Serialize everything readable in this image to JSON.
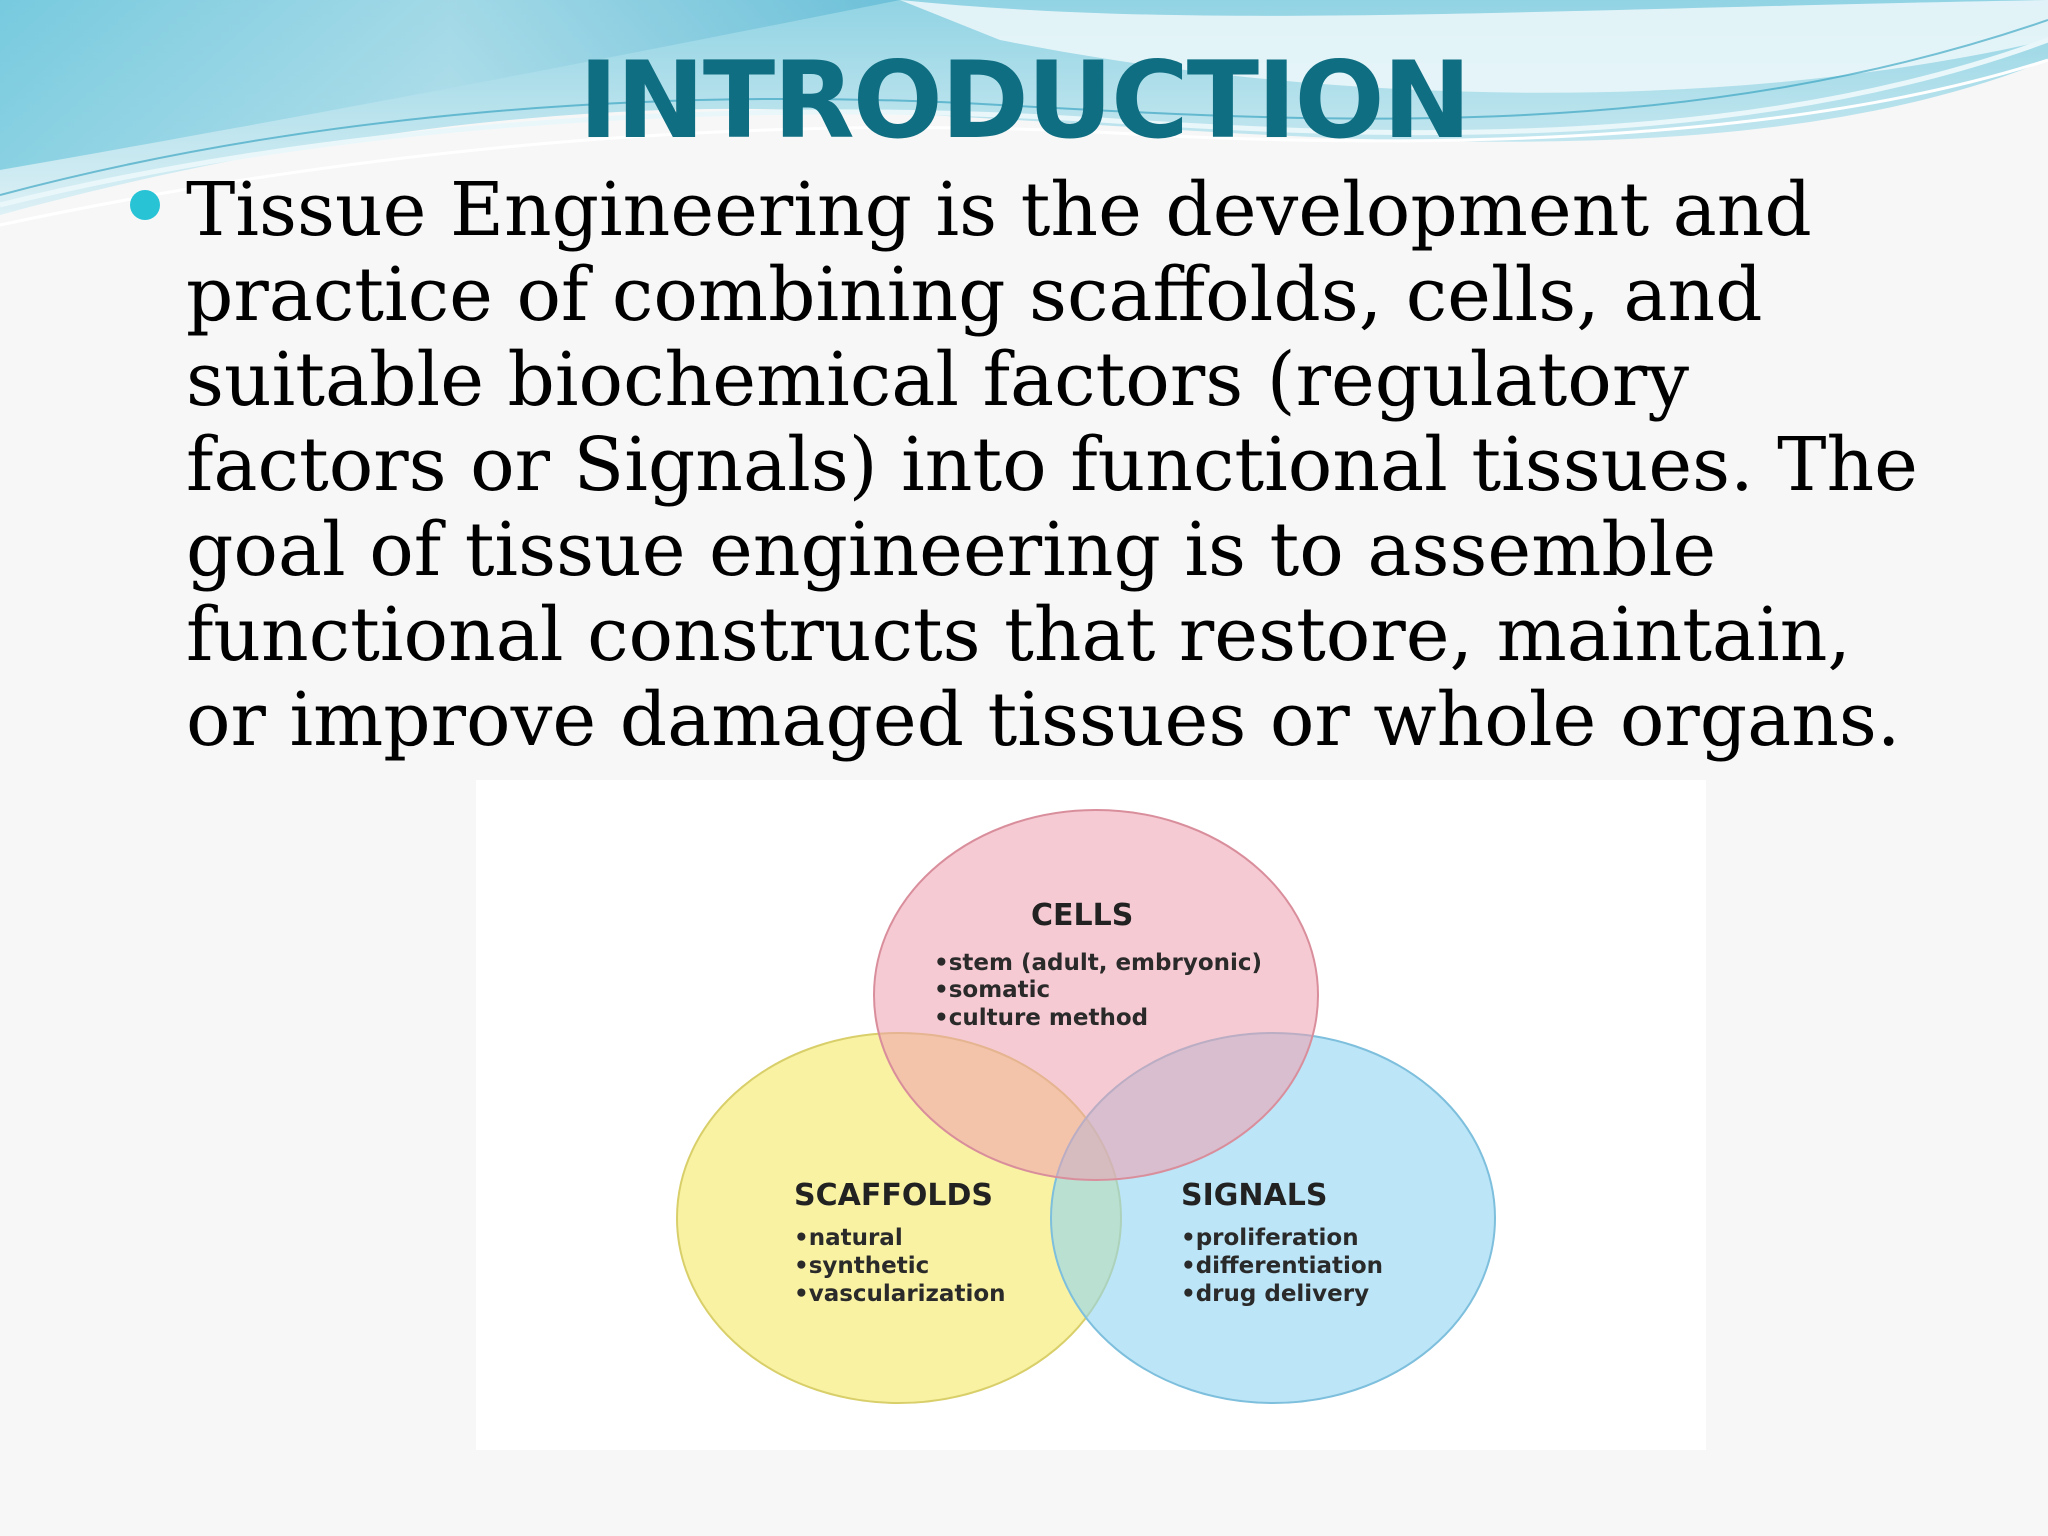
{
  "slide": {
    "title": "INTRODUCTION",
    "paragraph_lines": [
      "Tissue Engineering is the development and",
      "practice of combining scaffolds, cells, and",
      "suitable biochemical factors (regulatory",
      "factors or Signals) into functional tissues. The",
      "goal of tissue engineering is to assemble",
      "functional constructs that restore, maintain,",
      "or improve damaged tissues or whole organs."
    ]
  },
  "diagram": {
    "cells": {
      "heading": "CELLS",
      "items": [
        "•stem (adult, embryonic)",
        "•somatic",
        "•culture method"
      ],
      "color": "#ef9fae"
    },
    "scaffolds": {
      "heading": "SCAFFOLDS",
      "items": [
        "•natural",
        "•synthetic",
        "•vascularization"
      ],
      "color": "#f7ec7a"
    },
    "signals": {
      "heading": "SIGNALS",
      "items": [
        "•proliferation",
        "•differentiation",
        "•drug delivery"
      ],
      "color": "#8fd4f2"
    }
  },
  "colors": {
    "title": "#0f6e82",
    "bullet": "#29c3d6",
    "wave_dark": "#3aa9c4",
    "wave_light": "#bfe4ee"
  }
}
